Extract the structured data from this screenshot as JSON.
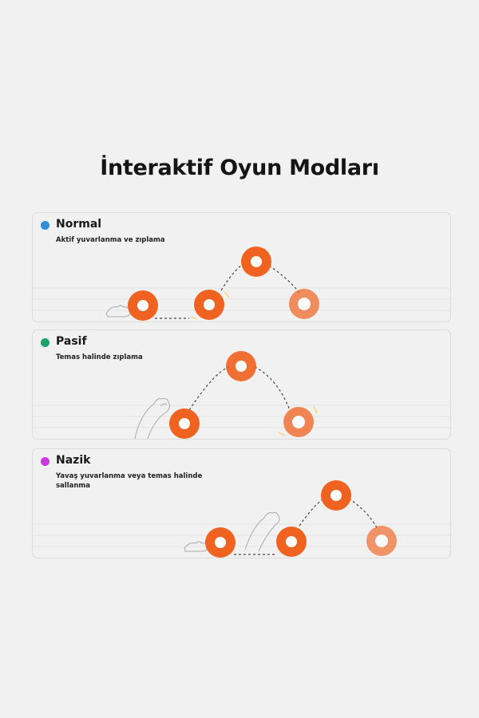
{
  "page": {
    "title": "İnteraktif Oyun Modları"
  },
  "modes": [
    {
      "name": "Normal",
      "description": "Aktif yuvarlanma ve zıplama",
      "dot_color": "#2f8fd8"
    },
    {
      "name": "Pasif",
      "description": "Temas halinde zıplama",
      "dot_color": "#1aa36a"
    },
    {
      "name": "Nazik",
      "description": "Yavaş yuvarlanma veya temas halinde sallanma",
      "dot_color": "#c83adf"
    }
  ],
  "colors": {
    "ball": "#f0621f",
    "ball_inner": "#ffffff",
    "background": "#f1f1f1"
  },
  "icons": [
    "ball-icon",
    "cat-paw-icon",
    "bounce-arc-icon"
  ]
}
